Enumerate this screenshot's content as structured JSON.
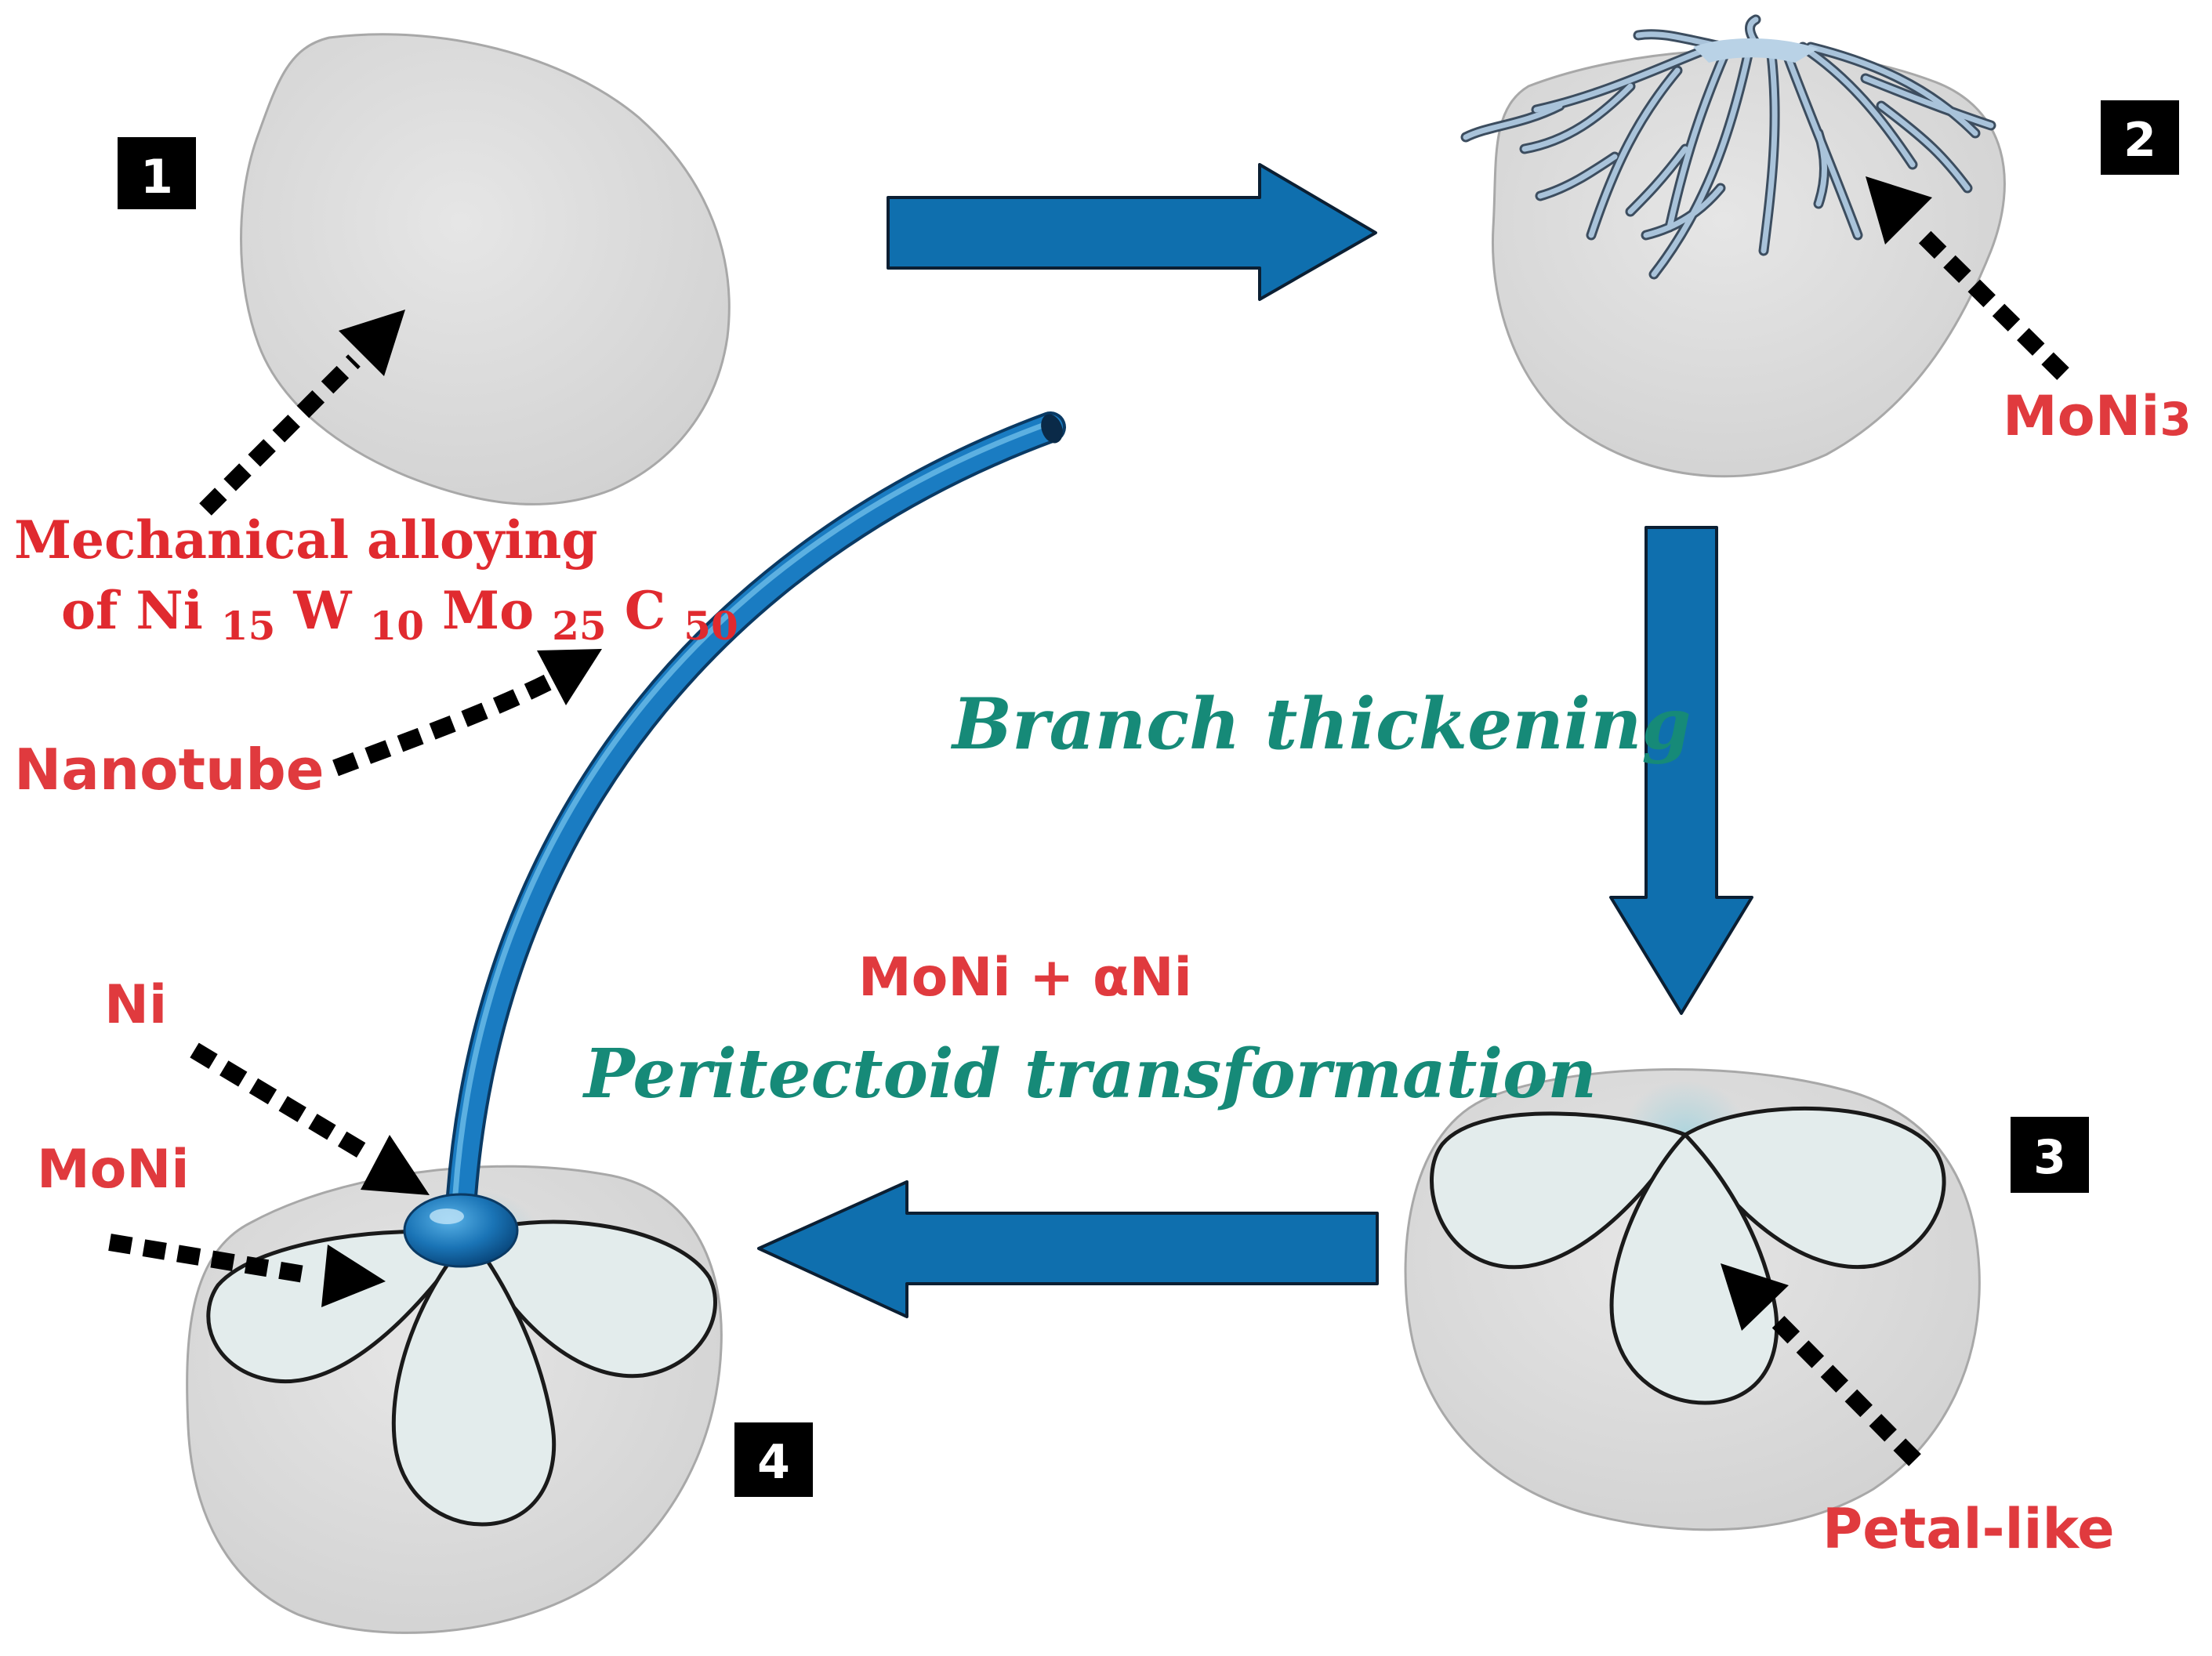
{
  "stages": [
    {
      "id": "1",
      "label": "1"
    },
    {
      "id": "2",
      "label": "2"
    },
    {
      "id": "3",
      "label": "3"
    },
    {
      "id": "4",
      "label": "4"
    }
  ],
  "labels": {
    "mechanical_line1": "Mechanical alloying",
    "mechanical_line2_prefix": "of  ",
    "formula": [
      {
        "el": "Ni",
        "sub": "15"
      },
      {
        "el": "W",
        "sub": "10"
      },
      {
        "el": "Mo",
        "sub": "25"
      },
      {
        "el": "C",
        "sub": "50"
      }
    ],
    "nanotube": "Nanotube",
    "moni3_base": "MoNi",
    "moni3_sub": "3",
    "branch_thickening": "Branch thickening",
    "reaction": "MoNi + αNi",
    "peritectoid": "Peritectoid transformation",
    "ni": "Ni",
    "moni": "MoNi",
    "petal_like": "Petal-like"
  },
  "colors": {
    "particle_fill": "#dcdcdc",
    "particle_stroke": "#9a9a9a",
    "arrow_blue": "#0f6fae",
    "arrow_outline": "#0b1f33",
    "label_red": "#e03a3e",
    "label_green": "#168a78",
    "branch": "#8fa6be",
    "petal_fill": "#e3ecec",
    "badge": "#000000"
  }
}
